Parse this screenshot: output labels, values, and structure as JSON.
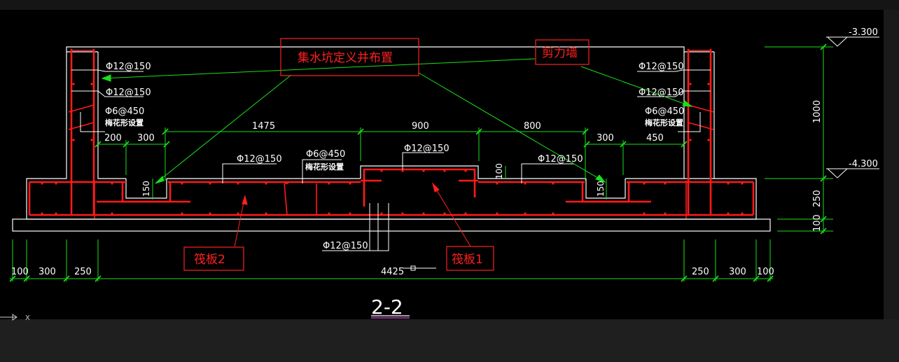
{
  "drawing": {
    "title": "2-2",
    "ucs_label": "X",
    "callouts": {
      "sump": "集水坑定义并布置",
      "shear_wall": "剪力墙",
      "raft2": "筏板2",
      "raft1": "筏板1"
    },
    "rebar": {
      "left_top_1": "Φ12@150",
      "left_top_2": "Φ12@150",
      "left_stirrup": "Φ6@450",
      "left_stirrup_note": "梅花形设置",
      "right_top_1": "Φ12@150",
      "right_top_2": "Φ12@150",
      "right_stirrup": "Φ6@450",
      "right_stirrup_note": "梅花形设置",
      "slab_left": "Φ12@150",
      "slab_mid_stirrup": "Φ6@450",
      "slab_mid_note": "梅花形设置",
      "pit_top": "Φ12@150",
      "slab_right": "Φ12@150",
      "bottom": "Φ12@150"
    },
    "dims": {
      "d1475": "1475",
      "d900": "900",
      "d800": "800",
      "d200": "200",
      "d300_left": "300",
      "d300_right": "300",
      "d450": "450",
      "d150_left": "150",
      "d150_right": "150",
      "d100_pit": "100",
      "b100_left": "100",
      "b300_left": "300",
      "b250_left": "250",
      "b4425": "4425",
      "b250_right": "250",
      "b300_right": "300",
      "b100_right": "100",
      "v1000": "1000",
      "v250": "250",
      "v100": "100"
    },
    "levels": {
      "top": "-3.300",
      "bottom": "-4.300"
    }
  }
}
